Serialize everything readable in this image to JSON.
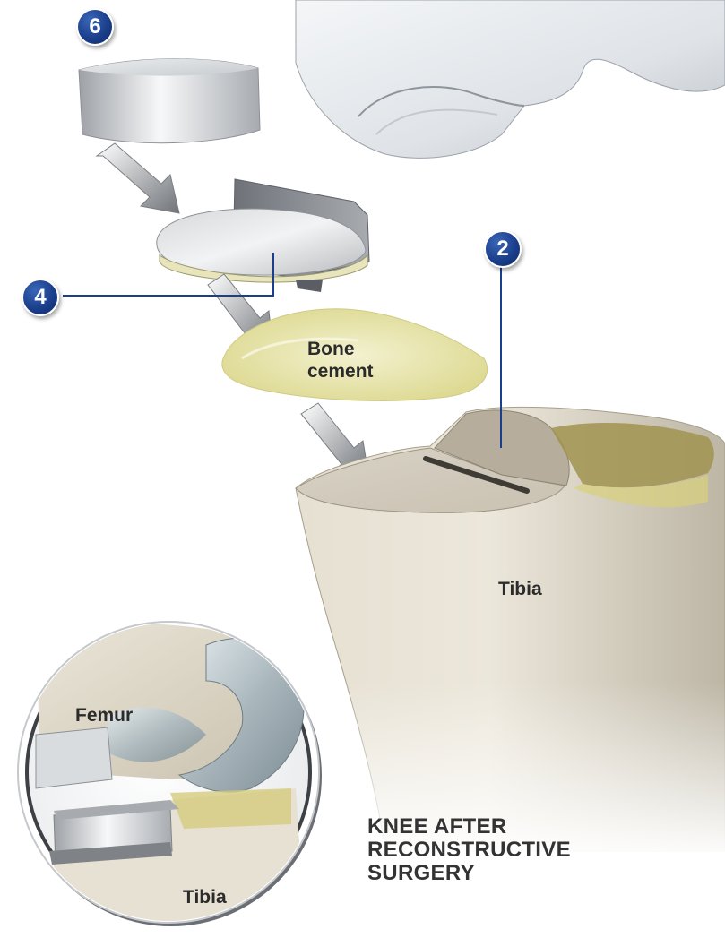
{
  "callouts": [
    {
      "number": "6"
    },
    {
      "number": "4"
    },
    {
      "number": "2"
    }
  ],
  "labels": {
    "bone_cement_line1": "Bone",
    "bone_cement_line2": "cement",
    "tibia_main": "Tibia",
    "femur_inset": "Femur",
    "tibia_inset": "Tibia"
  },
  "caption": {
    "line1": "KNEE AFTER",
    "line2": "RECONSTRUCTIVE",
    "line3": "SURGERY"
  },
  "colors": {
    "callout_blue": "#1b3f8c",
    "leader_line": "#1b3f8c",
    "bone": "#d9d1c0",
    "cement": "#ece8b0",
    "metal": "#c9cbce"
  }
}
